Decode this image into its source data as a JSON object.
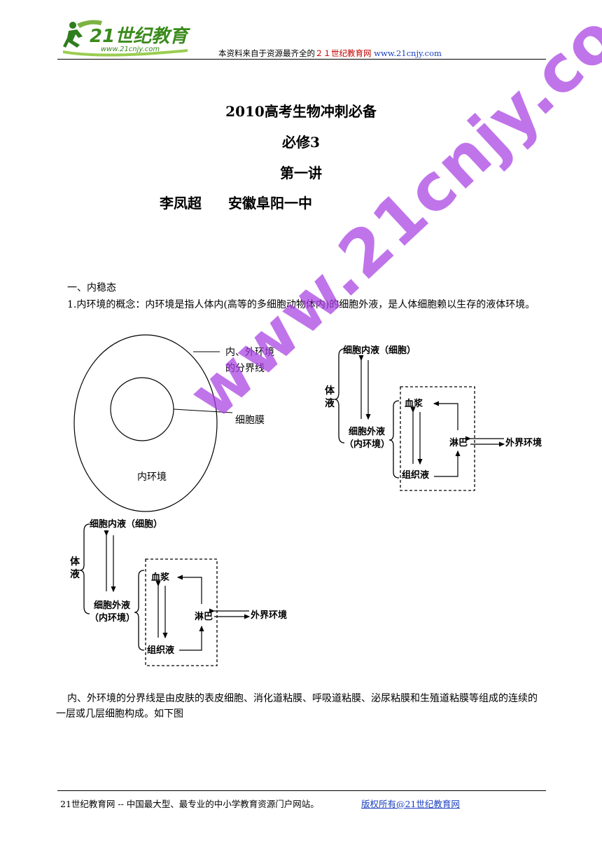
{
  "header": {
    "logo_text": "21世纪教育",
    "logo_url_text": "www.21cnjy.com",
    "note_prefix": "本资料来自于资源最齐全的",
    "note_site_name": "２１世纪教育网",
    "note_url": "www.21cnjy.com"
  },
  "title": {
    "main": "2010高考生物冲刺必备",
    "subtitle": "必修3",
    "lecture": "第一讲",
    "author": "李凤超",
    "school": "安徽阜阳一中"
  },
  "section": {
    "heading": "一、内稳态",
    "concept": "1.内环境的概念：内环境是指人体内(高等的多细胞动物体内)的细胞外液，是人体细胞赖以生存的液体环境。",
    "boundary_text": "内、外环境的分界线是由皮肤的表皮细胞、消化道粘膜、呼吸道粘膜、泌尿粘膜和生殖道粘膜等组成的连续的一层或几层细胞构成。如下图"
  },
  "cell_diagram": {
    "outer_label_line1": "内、外环境",
    "outer_label_line2": "的分界线",
    "membrane_label": "细胞膜",
    "inner_label": "内环境"
  },
  "fluid_diagram": {
    "body_fluid_char1": "体",
    "body_fluid_char2": "液",
    "intracellular": "细胞内液（细胞）",
    "extracellular_line1": "细胞外液",
    "extracellular_line2": "（内环境）",
    "plasma": "血浆",
    "lymph": "淋巴",
    "tissue_fluid": "组织液",
    "external": "外界环境"
  },
  "watermark": "www.21cnjy.com",
  "footer": {
    "left": "21世纪教育网 -- 中国最大型、最专业的中小学教育资源门户网站。",
    "right": "版权所有@21世纪教育网"
  }
}
